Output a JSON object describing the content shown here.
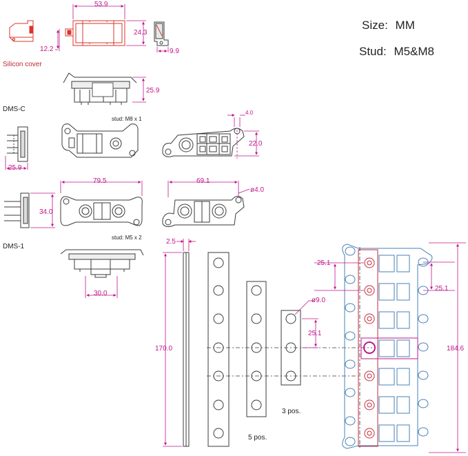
{
  "specs": {
    "size_label": "Size:",
    "size_value": "MM",
    "stud_label": "Stud:",
    "stud_value": "M5&M8"
  },
  "labels": {
    "silicon_cover": "Silicon cover",
    "dms_c": "DMS-C",
    "dms_1": "DMS-1",
    "stud_m8": "stud: M8 x 1",
    "stud_m5": "stud: M5 x 2",
    "pos_3": "3 pos.",
    "pos_5": "5 pos."
  },
  "dimensions": {
    "d53_9": "53.9",
    "d24_3": "24.3",
    "d12_2": "12.2",
    "d9_9": "9.9",
    "d25_9_top": "25.9",
    "d4_0": "4.0",
    "d22_0": "22.0",
    "d25_9_side": "25.9",
    "d79_5": "79.5",
    "d69_1": "69.1",
    "d34_0": "34.0",
    "phi4_0": "ø4.0",
    "d30_0": "30.0",
    "d2_5": "2.5",
    "d170_0": "170.0",
    "phi9_0": "ø9.0",
    "d25_1_mid": "25.1",
    "d25_1_left": "25.1",
    "d25_1_right": "25.1",
    "d184_6": "184.6"
  },
  "colors": {
    "line": "#3a3a3a",
    "dimension": "#c0148c",
    "cover": "#d9342b",
    "assembly_blue": "#4a7fb5",
    "assembly_red": "#c22a3a"
  }
}
